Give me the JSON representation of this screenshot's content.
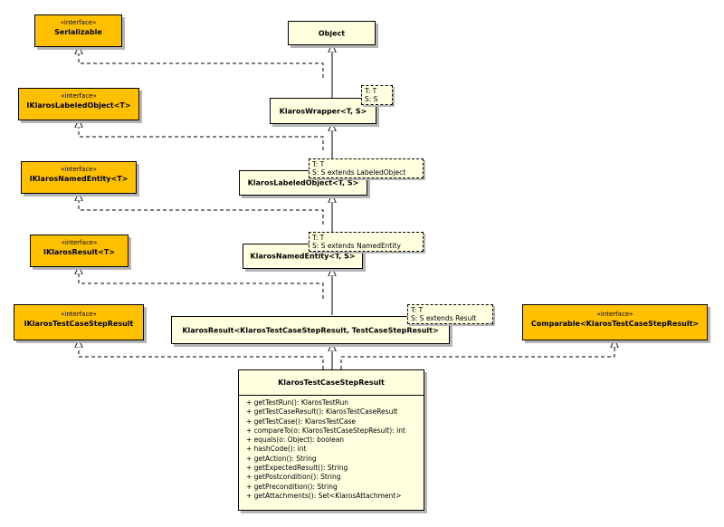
{
  "interfaces": {
    "serializable": {
      "stereotype": "«interface»",
      "name": "Serializable"
    },
    "labeled_object": {
      "stereotype": "«interface»",
      "name": "IKlarosLabeledObject<T>"
    },
    "named_entity": {
      "stereotype": "«interface»",
      "name": "IKlarosNamedEntity<T>"
    },
    "result": {
      "stereotype": "«interface»",
      "name": "IKlarosResult<T>"
    },
    "test_case_step_result": {
      "stereotype": "«interface»",
      "name": "IKlarosTestCaseStepResult"
    },
    "comparable": {
      "stereotype": "«interface»",
      "name": "Comparable<KlarosTestCaseStepResult>"
    }
  },
  "classes": {
    "object": {
      "name": "Object"
    },
    "wrapper": {
      "name": "KlarosWrapper<T, S>",
      "params": [
        "T: T",
        "S: S"
      ]
    },
    "labeled_object": {
      "name": "KlarosLabeledObject<T, S>",
      "params": [
        "T: T",
        "S: S extends LabeledObject"
      ]
    },
    "named_entity": {
      "name": "KlarosNamedEntity<T, S>",
      "params": [
        "T: T",
        "S: S extends NamedEntity"
      ]
    },
    "result": {
      "name": "KlarosResult<KlarosTestCaseStepResult, TestCaseStepResult>",
      "params": [
        "T: T",
        "S: S extends Result"
      ]
    }
  },
  "main_class": {
    "name": "KlarosTestCaseStepResult",
    "methods": [
      "+ getTestRun(): KlarosTestRun",
      "+ getTestCaseResult(): KlarosTestCaseResult",
      "+ getTestCase(): KlarosTestCase",
      "+ compareTo(o: KlarosTestCaseStepResult): int",
      "+ equals(o: Object): boolean",
      "+ hashCode(): int",
      "+ getAction(): String",
      "+ getExpectedResult(): String",
      "+ getPostcondition(): String",
      "+ getPrecondition(): String",
      "+ getAttachments(): Set<KlarosAttachment>"
    ]
  }
}
